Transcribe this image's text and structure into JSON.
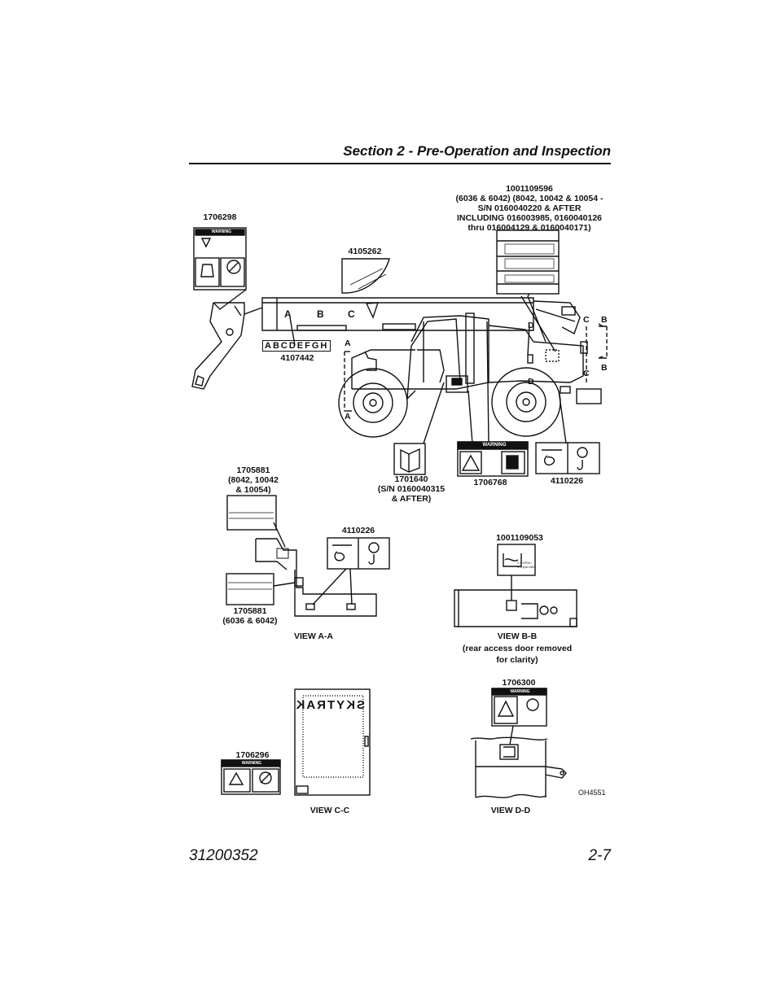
{
  "header": {
    "section_title": "Section 2 - Pre-Operation and Inspection"
  },
  "footer": {
    "doc_number": "31200352",
    "page_number": "2-7"
  },
  "decals": {
    "d1706298": "1706298",
    "d4105262": "4105262",
    "d1001109596_l1": "1001109596",
    "d1001109596_l2": "(6036 & 6042) (8042, 10042 & 10054 -",
    "d1001109596_l3": "S/N 0160040220 & AFTER",
    "d1001109596_l4": "INCLUDING 016003985, 0160040126",
    "d1001109596_l5": "thru 016004129 & 0160040171)",
    "d4107442": "4107442",
    "d1701640_l1": "1701640",
    "d1701640_l2": "(S/N 0160040315",
    "d1701640_l3": "& AFTER)",
    "d1706768": "1706768",
    "d4110226_top": "4110226",
    "d1705881a_l1": "1705881",
    "d1705881a_l2": "(8042, 10042",
    "d1705881a_l3": "& 10054)",
    "d4110226_mid": "4110226",
    "d1001109053": "1001109053",
    "d1705881b_l1": "1705881",
    "d1705881b_l2": "(6036 & 6042)",
    "d1706300": "1706300",
    "d1706296": "1706296"
  },
  "strip_text": "ABCDEFGH",
  "boom_letters": {
    "a": "A",
    "b": "B",
    "c": "C"
  },
  "markers": {
    "a": "A",
    "b": "B",
    "c": "C",
    "d": "D"
  },
  "views": {
    "aa": "VIEW A-A",
    "bb_l1": "VIEW B-B",
    "bb_l2": "(rear access door removed",
    "bb_l3": "for clarity)",
    "cc": "VIEW C-C",
    "dd": "VIEW D-D"
  },
  "warning_word": "WARNING",
  "figure_ref": "OH4551",
  "cab_text": "SKYTRAK",
  "gauge_text": "2.5 GPM / 9.5 lpm MAX"
}
